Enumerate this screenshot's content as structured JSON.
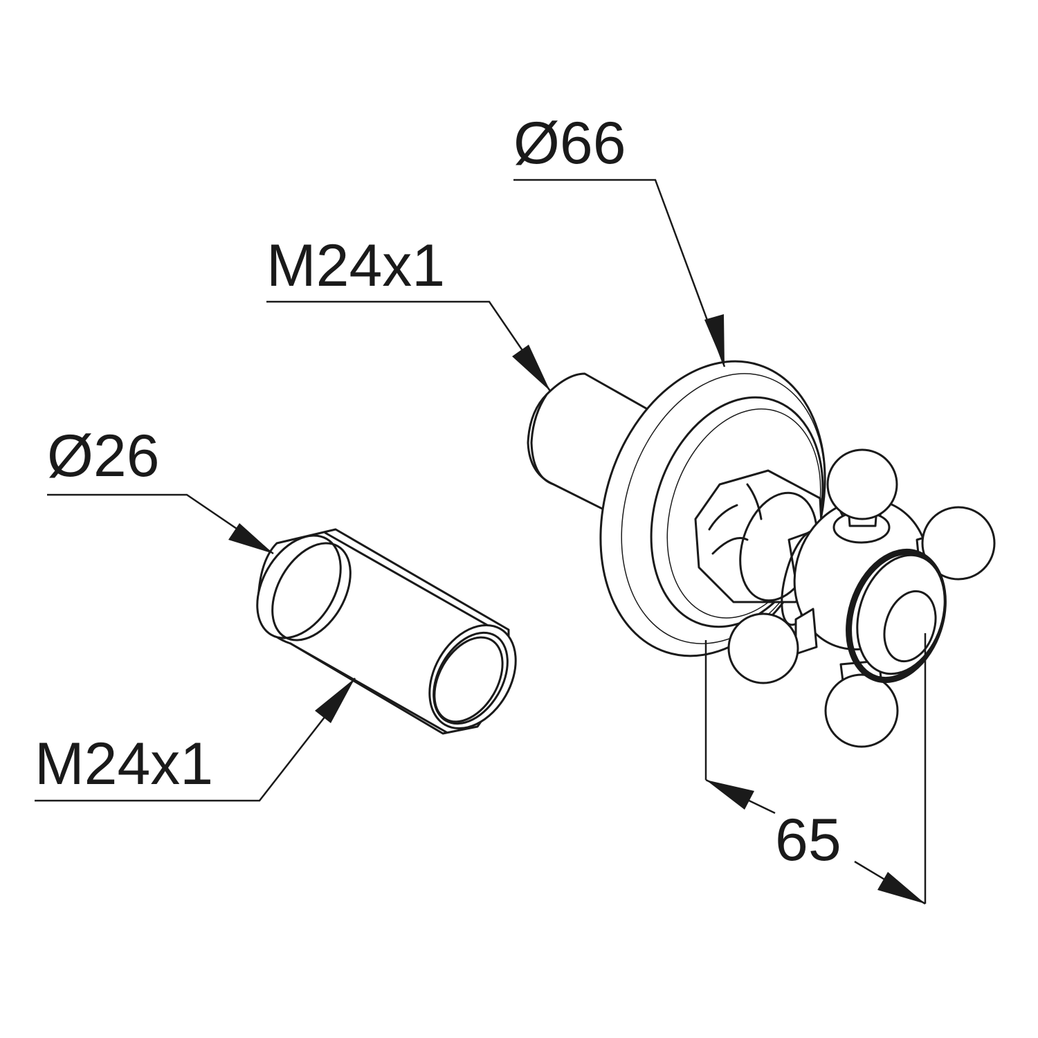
{
  "dimensions": {
    "flange_diameter": "Ø66",
    "spindle_thread_upper": "M24x1",
    "extension_diameter": "Ø26",
    "extension_thread_lower": "M24x1",
    "depth": "65"
  }
}
